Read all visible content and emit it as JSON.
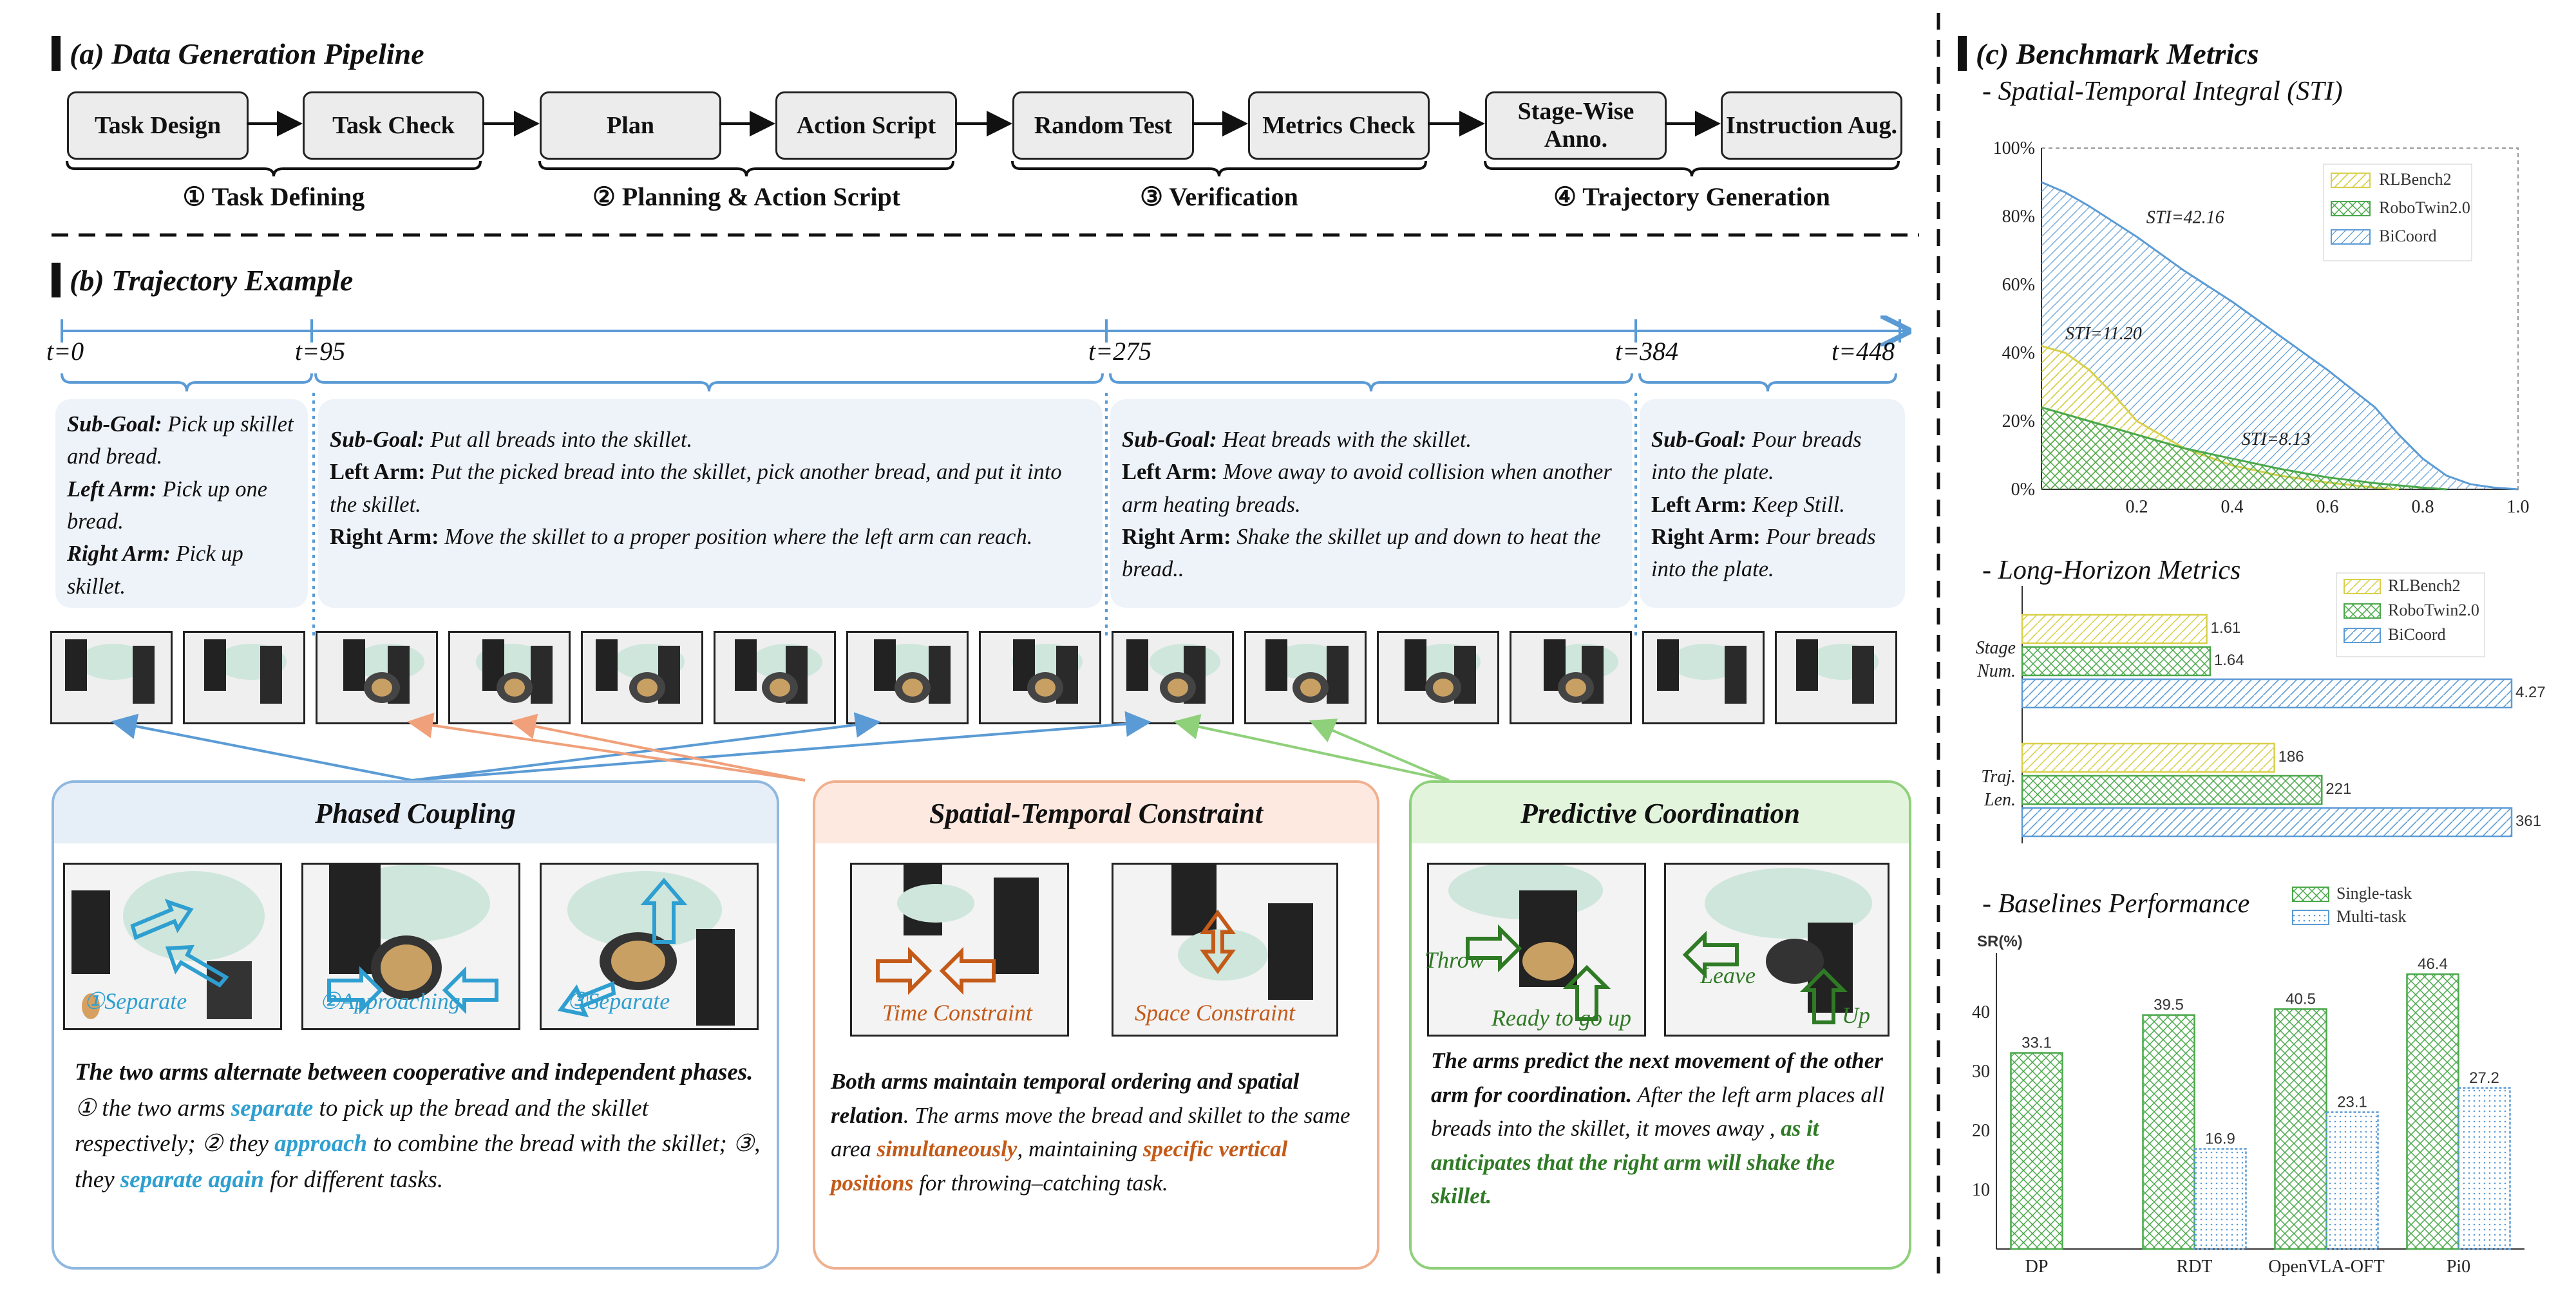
{
  "sections": {
    "a_title": "(a) Data Generation Pipeline",
    "b_title": "(b) Trajectory Example",
    "c_title": "(c) Benchmark Metrics"
  },
  "pipeline": {
    "steps": [
      "Task Design",
      "Task Check",
      "Plan",
      "Action Script",
      "Random Test",
      "Metrics Check",
      "Stage-Wise Anno.",
      "Instruction Aug."
    ],
    "groups": [
      "① Task Defining",
      "② Planning & Action Script",
      "③ Verification",
      "④ Trajectory Generation"
    ]
  },
  "timeline": {
    "ticks": [
      "t=0",
      "t=95",
      "t=275",
      "t=384",
      "t=448"
    ],
    "stages": [
      {
        "goal_label": "Sub-Goal:",
        "goal": " Pick up skillet and bread.",
        "left_label": "Left Arm:",
        "left": " Pick up one bread.",
        "right_label": "Right Arm:",
        "right": " Pick up skillet."
      },
      {
        "goal_label": "Sub-Goal:",
        "goal": " Put all breads into the skillet.",
        "left_label": "Left Arm:",
        "left": " Put the picked bread into the skillet, pick another bread, and put it into the skillet.",
        "right_label": "Right Arm:",
        "right": " Move the skillet to a proper position where the left arm can reach."
      },
      {
        "goal_label": "Sub-Goal:",
        "goal": " Heat breads with the skillet.",
        "left_label": "Left Arm:",
        "left": " Move away to avoid collision when another arm heating breads.",
        "right_label": "Right Arm:",
        "right": " Shake the skillet up and down to heat the bread.."
      },
      {
        "goal_label": "Sub-Goal:",
        "goal": " Pour breads into the plate.",
        "left_label": "Left Arm:",
        "left": " Keep Still.",
        "right_label": "Right Arm:",
        "right": " Pour breads into the plate."
      }
    ]
  },
  "panels": {
    "phased": {
      "title": "Phased Coupling",
      "captions": [
        "①Separate",
        "②Approaching",
        "③Separate"
      ],
      "t1": "The two arms alternate between cooperative and independent phases.",
      "t2": " ① the two arms ",
      "t3": "separate",
      "t4": " to pick up the bread and the skillet respectively; ② they ",
      "t5": "approach",
      "t6": " to combine the bread with the skillet; ③, they ",
      "t7": "separate again",
      "t8": " for different tasks."
    },
    "spatial": {
      "title": "Spatial-Temporal Constraint",
      "captions": [
        "Time Constraint",
        "Space Constraint"
      ],
      "t1": "Both arms maintain temporal ordering and spatial relation",
      "t2": ". The arms move the bread and skillet to the same area ",
      "t3": "simultaneously",
      "t4": ", maintaining ",
      "t5": "specific vertical positions",
      "t6": " for throwing–catching task."
    },
    "predictive": {
      "title": "Predictive Coordination",
      "captions": [
        "Throw",
        "Ready to go up",
        "Leave",
        "Up"
      ],
      "t1": "The arms predict the next movement of the other arm for coordination.",
      "t2": " After the left arm places all breads into the skillet, it moves away , ",
      "t3": "as it anticipates that the right arm will shake the skillet."
    }
  },
  "colors": {
    "blue": "#5b9bd5",
    "orange": "#f0a07a",
    "green": "#8fd07a",
    "yellow": "#d8d04a",
    "greenSeries": "#4aa84a"
  },
  "sti": {
    "subtitle": "- Spatial-Temporal Integral (STI)",
    "legend": [
      "RLBench2",
      "RoboTwin2.0",
      "BiCoord"
    ],
    "annotations": [
      "STI=42.16",
      "STI=11.20",
      "STI=8.13"
    ]
  },
  "long_horizon": {
    "subtitle": "- Long-Horizon Metrics",
    "legend": [
      "RLBench2",
      "RoboTwin2.0",
      "BiCoord"
    ],
    "group_labels": [
      "Stage Num.",
      "Traj. Len."
    ]
  },
  "baselines": {
    "subtitle": "- Baselines Performance",
    "legend": [
      "Single-task",
      "Multi-task"
    ],
    "ylabel": "SR(%)"
  },
  "chart_data": [
    {
      "type": "area",
      "xlim": [
        0,
        1.0
      ],
      "ylim": [
        0,
        100
      ],
      "x_ticks": [
        "0.2",
        "0.4",
        "0.6",
        "0.8",
        "1.0"
      ],
      "y_ticks": [
        "0%",
        "20%",
        "40%",
        "60%",
        "80%",
        "100%"
      ],
      "series": [
        {
          "name": "RLBench2",
          "x": [
            0,
            0.05,
            0.1,
            0.15,
            0.2,
            0.3,
            0.4,
            0.5,
            0.6,
            0.7,
            0.75
          ],
          "y": [
            42,
            40,
            35,
            28,
            20,
            12,
            7,
            4,
            2,
            0.5,
            0
          ]
        },
        {
          "name": "RoboTwin2.0",
          "x": [
            0,
            0.1,
            0.2,
            0.3,
            0.4,
            0.5,
            0.6,
            0.7,
            0.8,
            0.85
          ],
          "y": [
            24,
            20,
            16,
            12,
            9,
            6,
            3.5,
            1.8,
            0.5,
            0
          ]
        },
        {
          "name": "BiCoord",
          "x": [
            0,
            0.05,
            0.1,
            0.2,
            0.3,
            0.4,
            0.5,
            0.6,
            0.7,
            0.75,
            0.8,
            0.85,
            0.9,
            0.95,
            1.0
          ],
          "y": [
            90,
            87,
            83,
            74,
            64,
            55,
            45,
            35,
            24,
            16,
            9,
            4,
            1.5,
            0.5,
            0
          ]
        }
      ]
    },
    {
      "type": "bar",
      "orientation": "horizontal",
      "groups": [
        {
          "name": "Stage Num.",
          "values": [
            1.61,
            1.64,
            4.27
          ],
          "labels": [
            "1.61",
            "1.64",
            "4.27"
          ]
        },
        {
          "name": "Traj. Len.",
          "values": [
            186,
            221,
            361
          ],
          "labels": [
            "186",
            "221",
            "361"
          ]
        }
      ],
      "series_names": [
        "RLBench2",
        "RoboTwin2.0",
        "BiCoord"
      ]
    },
    {
      "type": "bar",
      "categories": [
        "DP",
        "RDT",
        "OpenVLA-OFT",
        "Pi0"
      ],
      "ylim": [
        0,
        50
      ],
      "y_ticks": [
        "10",
        "20",
        "30",
        "40"
      ],
      "series": [
        {
          "name": "Single-task",
          "values": [
            33.1,
            39.5,
            40.5,
            46.4
          ],
          "labels": [
            "33.1",
            "39.5",
            "40.5",
            "46.4"
          ]
        },
        {
          "name": "Multi-task",
          "values": [
            null,
            16.9,
            23.1,
            27.2
          ],
          "labels": [
            "",
            "16.9",
            "23.1",
            "27.2"
          ]
        }
      ]
    }
  ]
}
